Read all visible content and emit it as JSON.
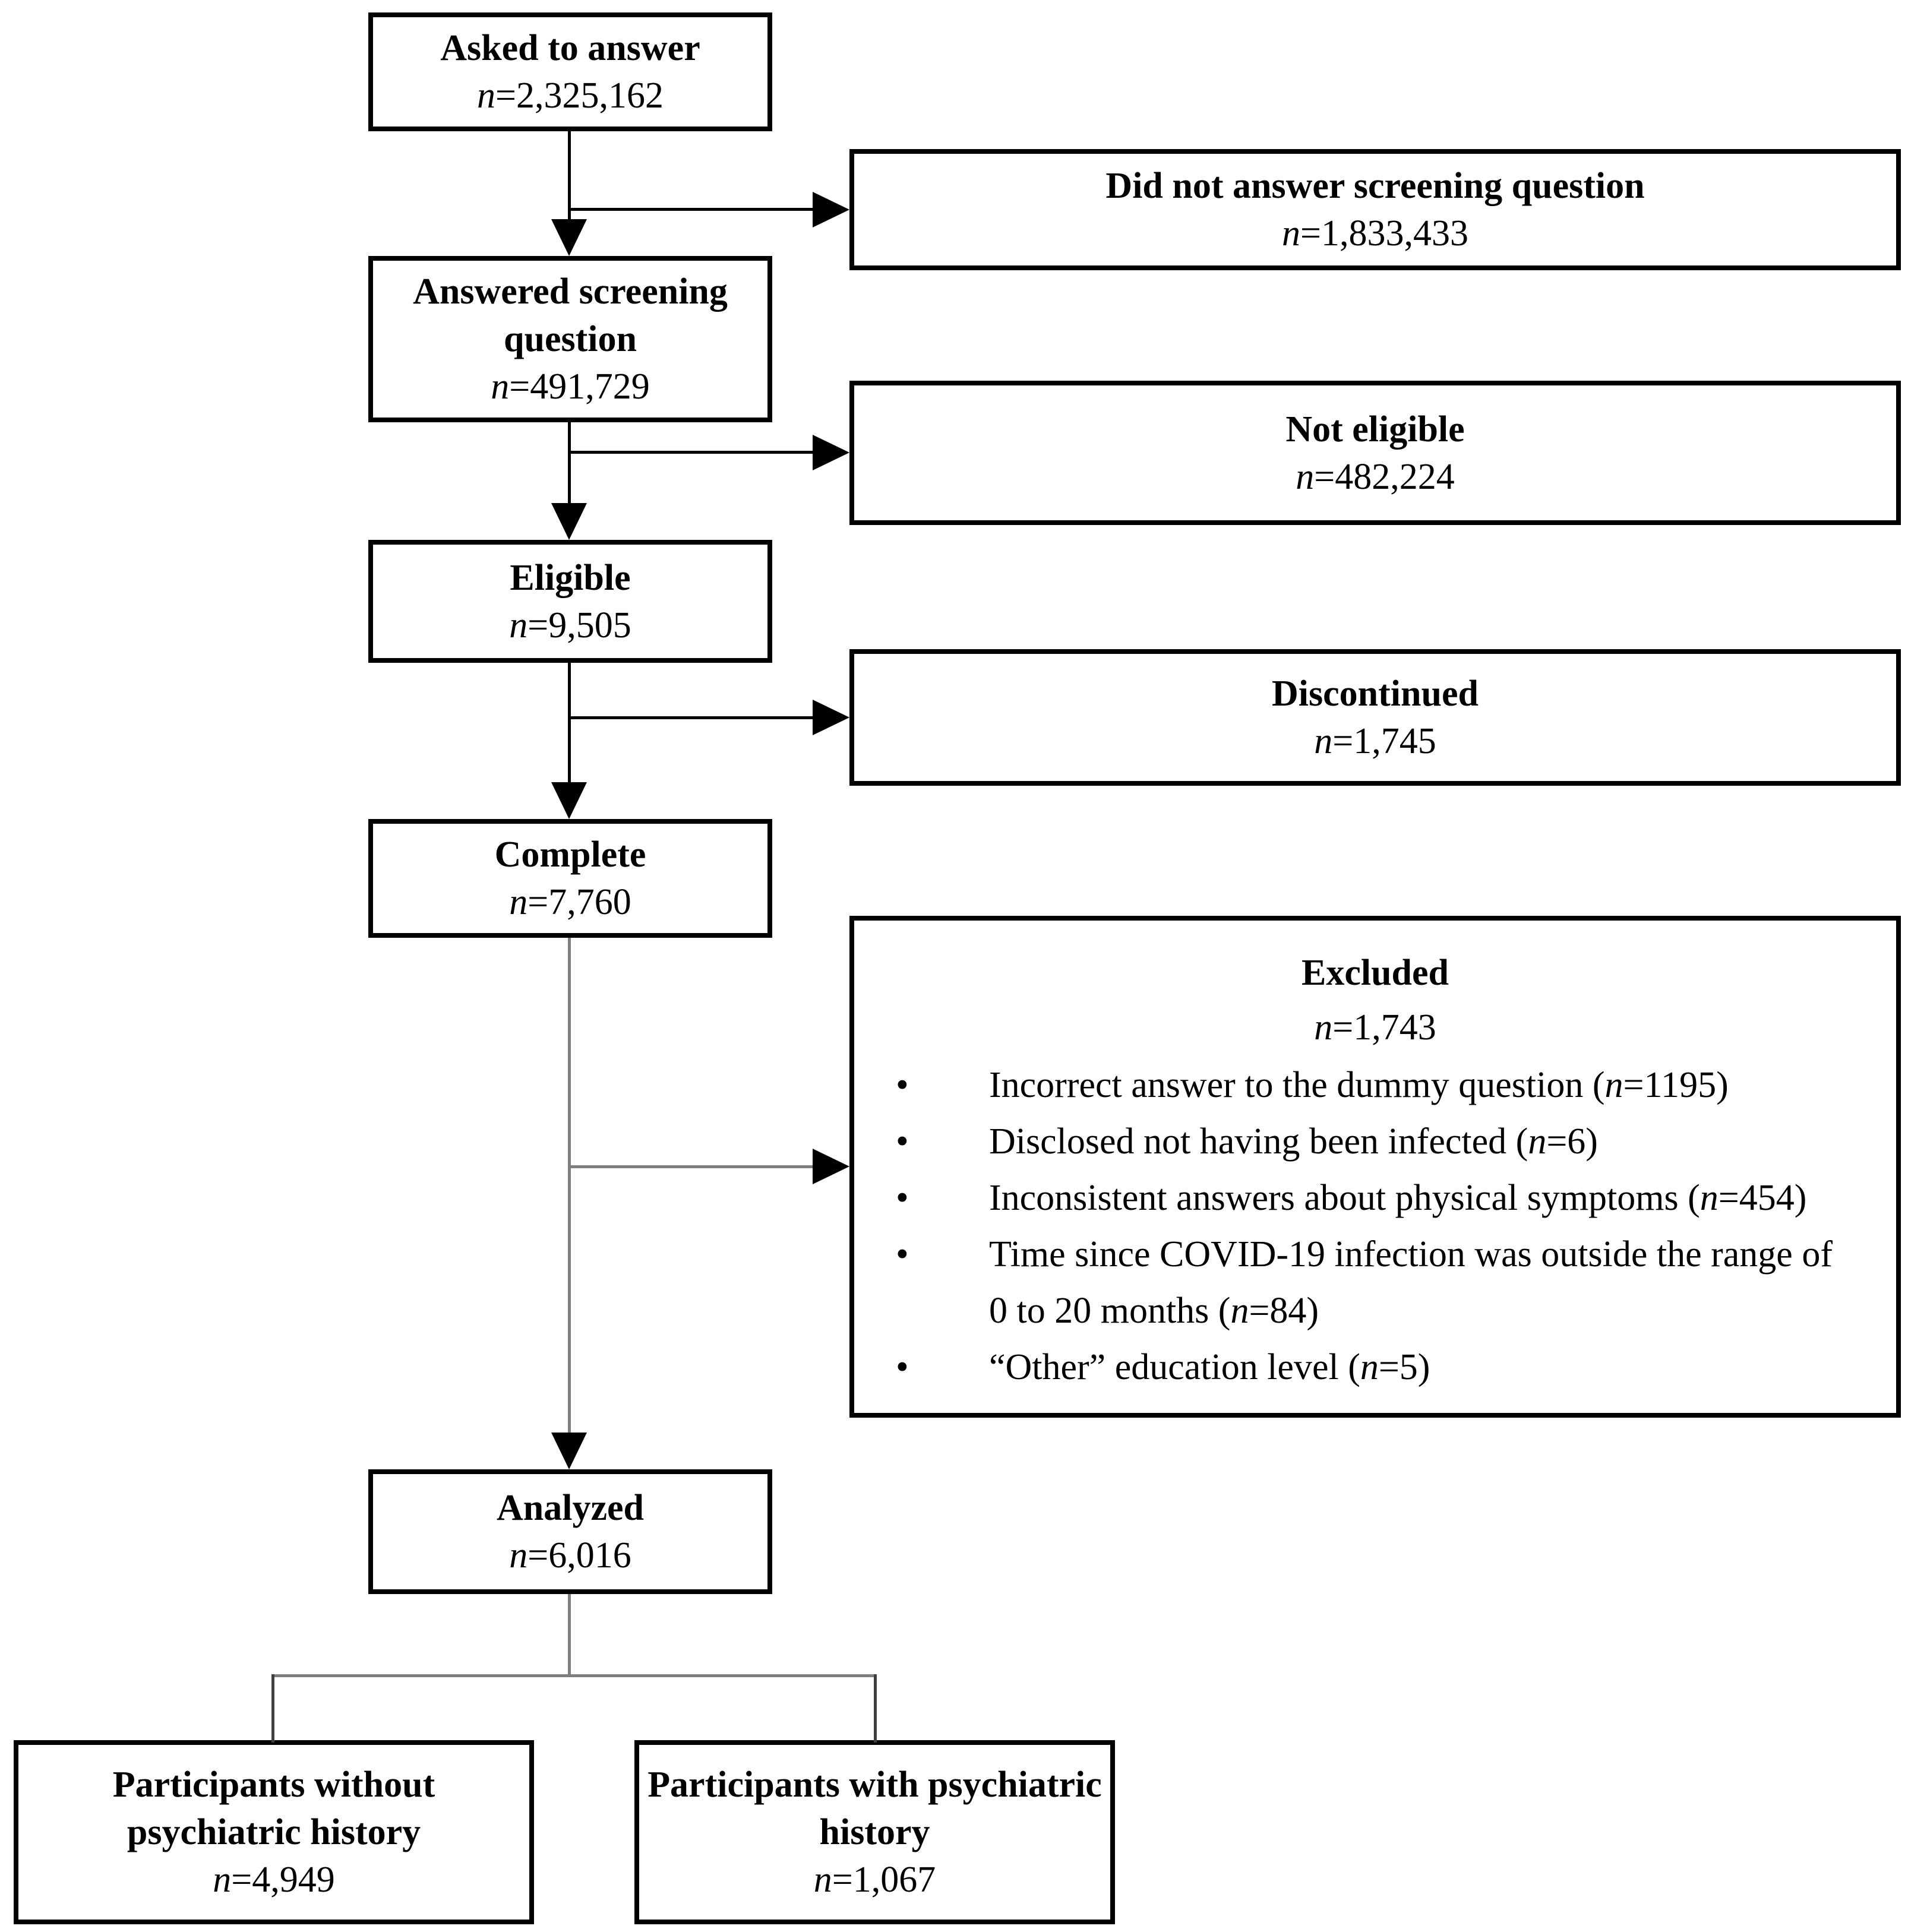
{
  "figure": {
    "type": "participant-flow-diagram",
    "background_color": "#ffffff",
    "box_border_color": "#000000",
    "connector_color": "#000000",
    "muted_connector_color": "#7f7f7f",
    "bullet_char": "•"
  },
  "boxes": {
    "asked": {
      "title": "Asked to answer",
      "n": "n=2,325,162"
    },
    "did_not_answer": {
      "title": "Did not answer screening question",
      "n": "n=1,833,433"
    },
    "answered": {
      "title": "Answered screening question",
      "n": "n=491,729"
    },
    "not_eligible": {
      "title": "Not eligible",
      "n": "n=482,224"
    },
    "eligible": {
      "title": "Eligible",
      "n": "n=9,505"
    },
    "discontinued": {
      "title": "Discontinued",
      "n": "n=1,745"
    },
    "complete": {
      "title": "Complete",
      "n": "n=7,760"
    },
    "excluded": {
      "title": "Excluded",
      "n": "n=1,743",
      "bullets": [
        "Incorrect answer to the dummy question (n=1195)",
        "Disclosed not having been infected (n=6)",
        "Inconsistent answers about physical symptoms (n=454)",
        "Time since COVID-19 infection was outside the range of 0 to 20 months (n=84)",
        "“Other” education level (n=5)"
      ]
    },
    "analyzed": {
      "title": "Analyzed",
      "n": "n=6,016"
    },
    "without_psych": {
      "title": "Participants without psychiatric history",
      "n": "n=4,949"
    },
    "with_psych": {
      "title": "Participants with psychiatric history",
      "n": "n=1,067"
    }
  }
}
